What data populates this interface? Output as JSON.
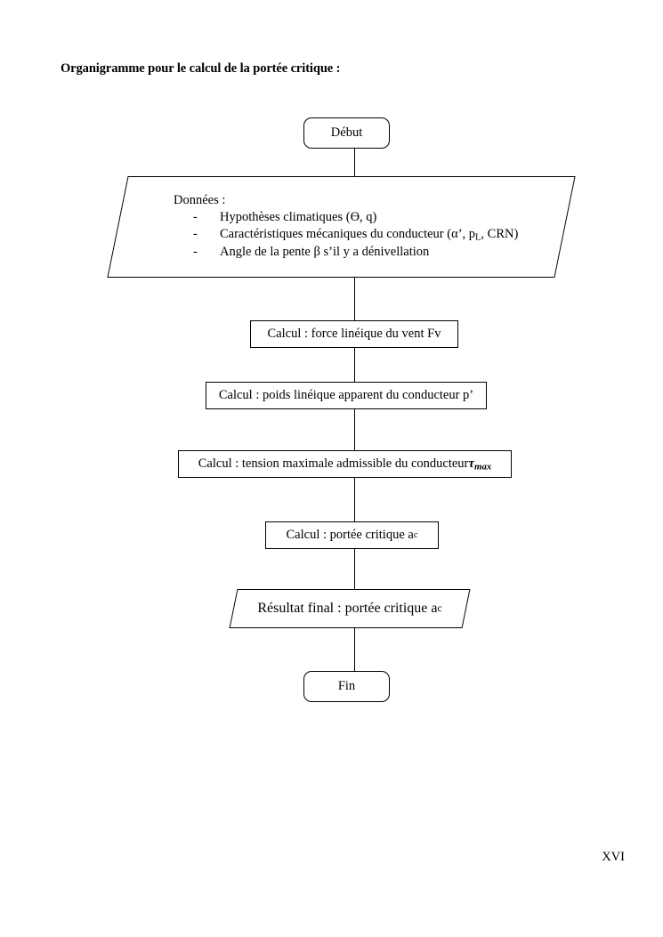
{
  "document": {
    "title": "Organigramme pour le calcul de la portée critique :",
    "page_number": "XVI"
  },
  "flowchart": {
    "start": {
      "label": "Début",
      "shape": "rounded-terminator"
    },
    "data_input": {
      "shape": "parallelogram",
      "heading": "Données :",
      "bullet_marker": "-",
      "items": [
        "Hypothèses climatiques (Ө, q)",
        "Caractéristiques mécaniques du conducteur (α’, p",
        "Angle de la pente β s’il y a dénivellation"
      ],
      "item2_subscript": "L",
      "item2_tail": ", CRN)"
    },
    "steps": [
      {
        "label": "Calcul : force linéique du vent Fv",
        "shape": "process"
      },
      {
        "label": "Calcul : poids linéique apparent du conducteur p’",
        "shape": "process"
      },
      {
        "label": "Calcul : tension maximale admissible du conducteur ",
        "shape": "process",
        "math": "τ",
        "math_sub": "max"
      },
      {
        "label": "Calcul : portée critique a",
        "shape": "process",
        "sub": "c"
      }
    ],
    "result": {
      "shape": "parallelogram",
      "label": "Résultat final : portée critique a",
      "sub": "c"
    },
    "end": {
      "label": "Fin",
      "shape": "rounded-terminator"
    }
  },
  "style": {
    "line_color": "#000000",
    "fill_color": "#ffffff",
    "page_background": "#ffffff"
  }
}
